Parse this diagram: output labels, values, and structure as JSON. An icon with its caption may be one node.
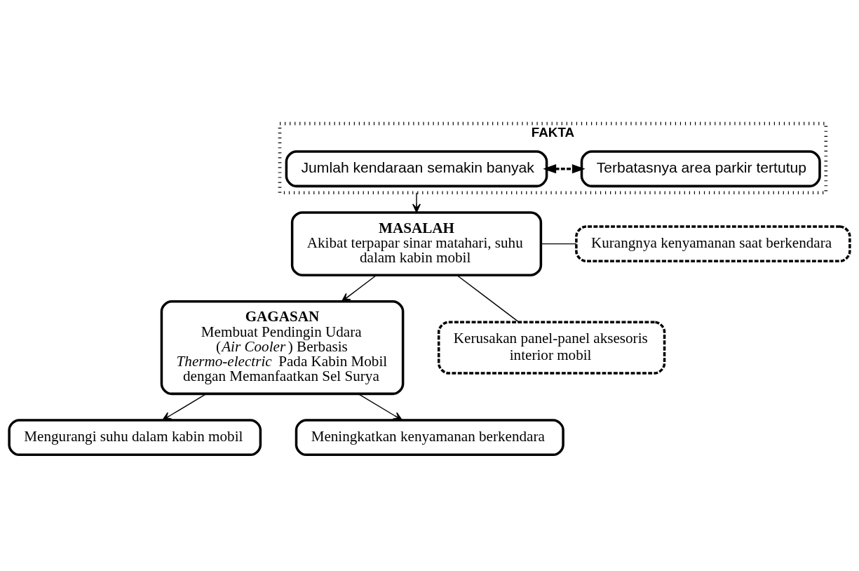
{
  "diagram": {
    "nodes": [
      {
        "text": [
          "FAKTA"
        ]
      },
      {
        "text": [
          "Jumlah kendaraan semakin banyak"
        ],
        "in": 0
      },
      {
        "text": [
          "Terbatasnya area parkir tertutup"
        ],
        "in": 0
      },
      {
        "text": [
          "MASALAH",
          "Akibat terpapar sinar matahari, suhu dalam kabin mobil"
        ]
      },
      {
        "text": [
          "Kurangnya kenyamanan saat berkendara"
        ]
      },
      {
        "text": [
          "Kerusakan panel-panel aksesoris interior mobil"
        ]
      },
      {
        "text": [
          "GAGASAN",
          "Membuat Pendingin Udara (*Air Cooler*) Berbasis *Thermo-electric* Pada Kabin Mobil dengan Memanfaatkan Sel Surya"
        ]
      },
      {
        "text": [
          "Mengurangi suhu dalam kabin mobil"
        ]
      },
      {
        "text": [
          "Meningkatkan kenyamanan berkendara"
        ]
      }
    ],
    "edges": [
      {
        "from": 1,
        "to": 2,
        "arrow": "both",
        "style": "dashed"
      },
      {
        "from": 0,
        "to": 3,
        "arrow": "to"
      },
      {
        "from": 3,
        "to": 4,
        "arrow": "none"
      },
      {
        "from": 3,
        "to": 5,
        "arrow": "none"
      },
      {
        "from": 3,
        "to": 6,
        "arrow": "to"
      },
      {
        "from": 6,
        "to": 7,
        "arrow": "to"
      },
      {
        "from": 6,
        "to": 8,
        "arrow": "to"
      }
    ]
  }
}
